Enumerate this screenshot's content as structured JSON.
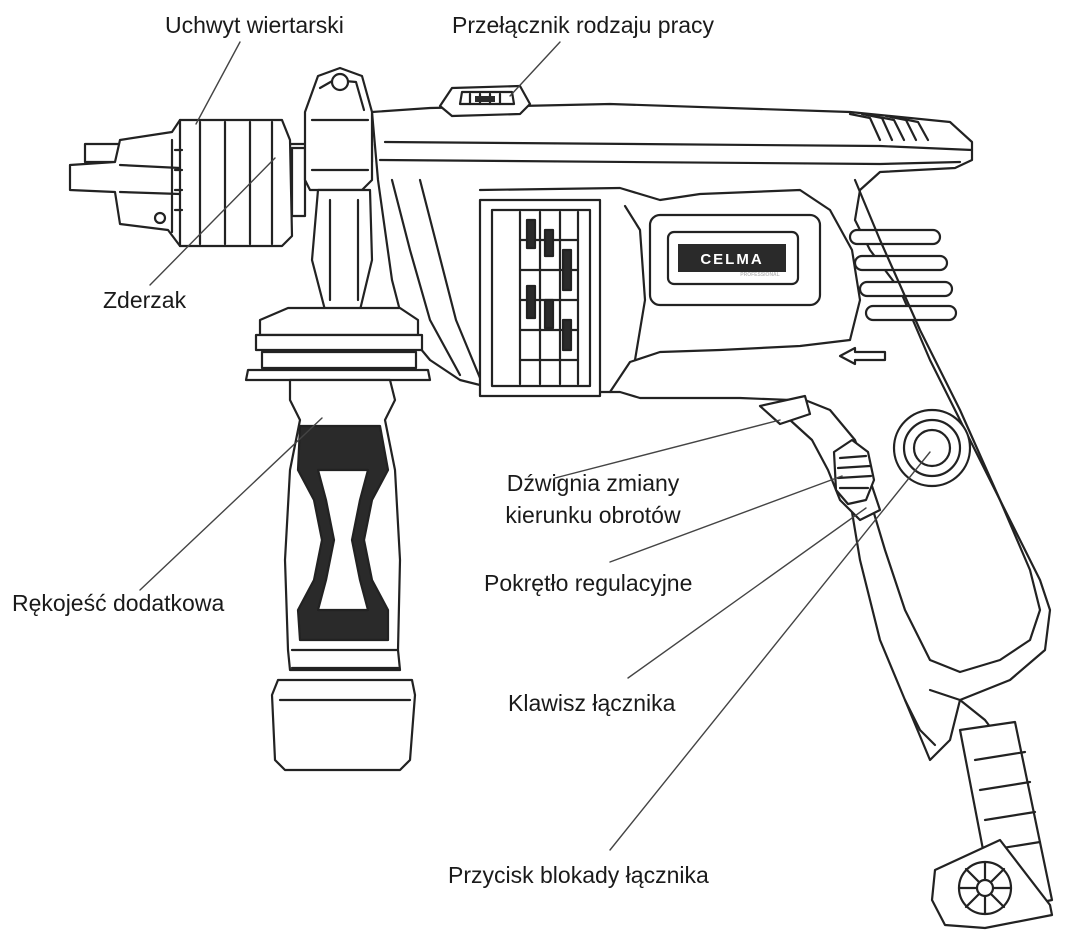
{
  "labels": {
    "chuck": "Uchwyt wiertarski",
    "mode_switch": "Przełącznik rodzaju pracy",
    "depth_stop": "Zderzak",
    "aux_handle": "Rękojeść dodatkowa",
    "direction_lever_line1": "Dźwignia zmiany",
    "direction_lever_line2": "kierunku obrotów",
    "speed_dial": "Pokrętło regulacyjne",
    "trigger": "Klawisz łącznika",
    "lock_button": "Przycisk blokady łącznika"
  },
  "brand": {
    "logo": "CELMA",
    "sub": "PROFESSIONAL"
  },
  "colors": {
    "ink": "#1a1a1a",
    "line": "#222222",
    "fill_light": "#ffffff",
    "fill_shade": "#e9e9e9",
    "fill_dark": "#2a2a2a"
  }
}
